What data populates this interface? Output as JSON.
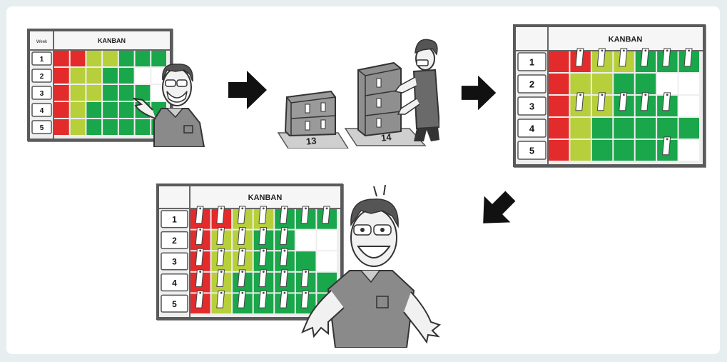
{
  "colors": {
    "red": "#e32b2b",
    "yellow_green": "#b7cf3a",
    "green": "#1aa64a",
    "white": "#ffffff",
    "arrow": "#111111",
    "shirt": "#8a8a8a",
    "skin": "#f1f1f1"
  },
  "boards": [
    {
      "title": "KANBAN",
      "corner_label": "Week",
      "rows": [
        "1",
        "2",
        "3",
        "4",
        "5"
      ],
      "grid": [
        "RRYYGGG",
        "RYYGGWW",
        "RYYGGGW",
        "RYGGGGG",
        "RYGGGGG"
      ],
      "cards": []
    },
    {
      "title": "KANBAN",
      "corner_label": "",
      "rows": [
        "1",
        "2",
        "3",
        "4",
        "5"
      ],
      "grid": [
        "RRYYGGG",
        "RYYGGWW",
        "RYYGGGW",
        "RYGGGGG",
        "RYGGGGW"
      ],
      "cards": [
        "0-1",
        "0-2",
        "0-3",
        "0-4",
        "0-5",
        "0-6",
        "2-1",
        "2-2",
        "2-3",
        "2-4",
        "2-5",
        "4-5"
      ]
    },
    {
      "title": "KANBAN",
      "corner_label": "",
      "rows": [
        "1",
        "2",
        "3",
        "4",
        "5"
      ],
      "grid": [
        "RRYYGGG",
        "RYYGGWW",
        "RYYGGGW",
        "RYGGGGG",
        "RYGGGGG"
      ],
      "cards": [
        "0-0",
        "0-1",
        "0-2",
        "0-3",
        "0-4",
        "0-5",
        "0-6",
        "1-0",
        "1-1",
        "1-2",
        "1-3",
        "1-4",
        "2-0",
        "2-1",
        "2-2",
        "2-3",
        "2-4",
        "3-0",
        "3-1",
        "3-2",
        "3-3",
        "3-4",
        "3-5",
        "4-0",
        "4-1",
        "4-2",
        "4-3",
        "4-4",
        "4-5"
      ]
    }
  ],
  "boxes": [
    {
      "label": "13"
    },
    {
      "label": "14"
    }
  ],
  "icons": [
    "right-arrow-icon",
    "right-arrow-icon",
    "down-left-arrow-icon"
  ]
}
